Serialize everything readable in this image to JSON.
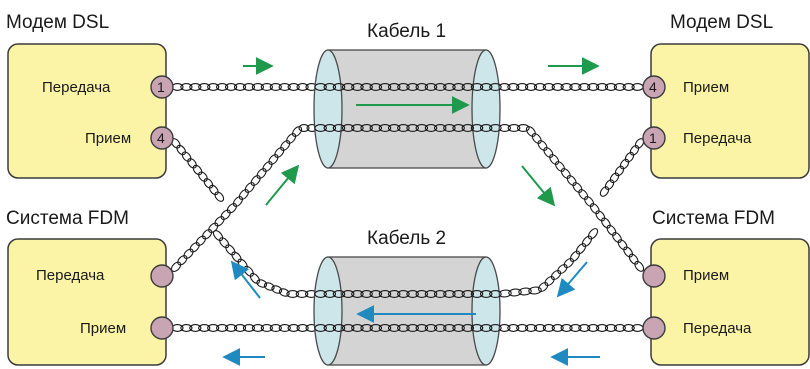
{
  "top_left": {
    "title": "Модем DSL",
    "tx_label": "Передача",
    "rx_label": "Прием",
    "tx_num": "1",
    "rx_num": "4"
  },
  "top_right": {
    "title": "Модем DSL",
    "rx_label": "Прием",
    "tx_label": "Передача",
    "rx_num": "4",
    "tx_num": "1"
  },
  "bottom_left": {
    "title": "Система FDM",
    "tx_label": "Передача",
    "rx_label": "Прием"
  },
  "bottom_right": {
    "title": "Система FDM",
    "rx_label": "Прием",
    "tx_label": "Передача"
  },
  "cable1": {
    "label": "Кабель 1"
  },
  "cable2": {
    "label": "Кабель 2"
  },
  "colors": {
    "box": "#fbf4a6",
    "jack": "#c9a4b3",
    "green_arrow": "#1f9a4c",
    "blue_arrow": "#1f8ac0",
    "cable_cap": "#cde6ea"
  }
}
